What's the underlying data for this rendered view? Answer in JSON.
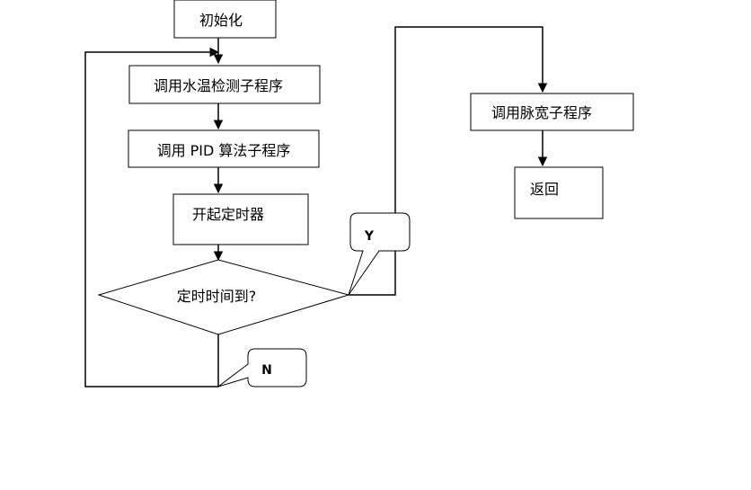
{
  "nodes": {
    "init": "初始化",
    "water_temp": "调用水温检测子程序",
    "pid": "调用 PID 算法子程序",
    "timer_start": "开起定时器",
    "decision": "定时时间到?",
    "pulse_width": "调用脉宽子程序",
    "return": "返回"
  },
  "callouts": {
    "yes": "Y",
    "no": "N"
  },
  "colors": {
    "line": "#000000",
    "box_fill": "#ffffff"
  }
}
